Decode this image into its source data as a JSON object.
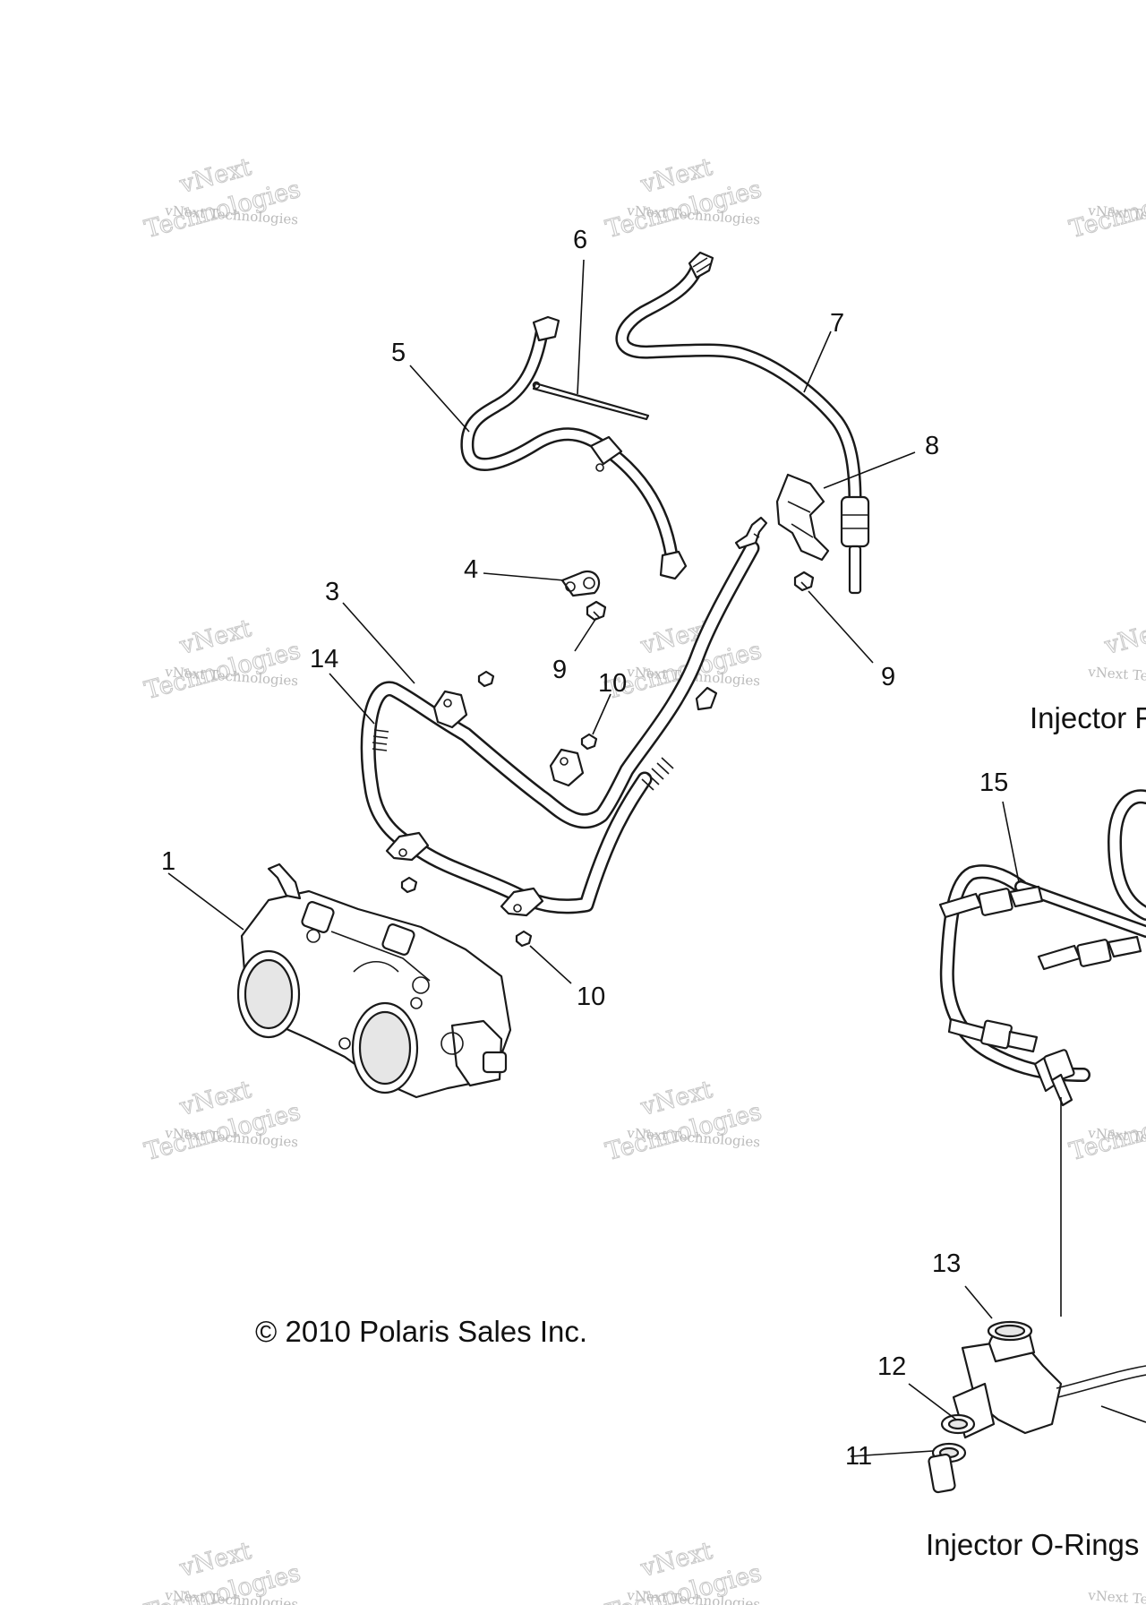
{
  "callouts": {
    "c1": "1",
    "c3": "3",
    "c4": "4",
    "c5": "5",
    "c6": "6",
    "c7": "7",
    "c8": "8",
    "c9a": "9",
    "c9b": "9",
    "c10a": "10",
    "c10b": "10",
    "c11": "11",
    "c12": "12",
    "c13": "13",
    "c14": "14",
    "c15": "15"
  },
  "captions": {
    "copyright": "© 2010 Polaris Sales Inc.",
    "injector_rail": "Injector R",
    "injector_orings": "Injector O-Rings"
  },
  "watermark": {
    "line_a": "vNext Technologies",
    "line_b": "Technologies",
    "line_c": "vNext"
  },
  "colors": {
    "line": "#1a1a1a",
    "watermark": "#c9c9c9",
    "background": "#ffffff"
  }
}
